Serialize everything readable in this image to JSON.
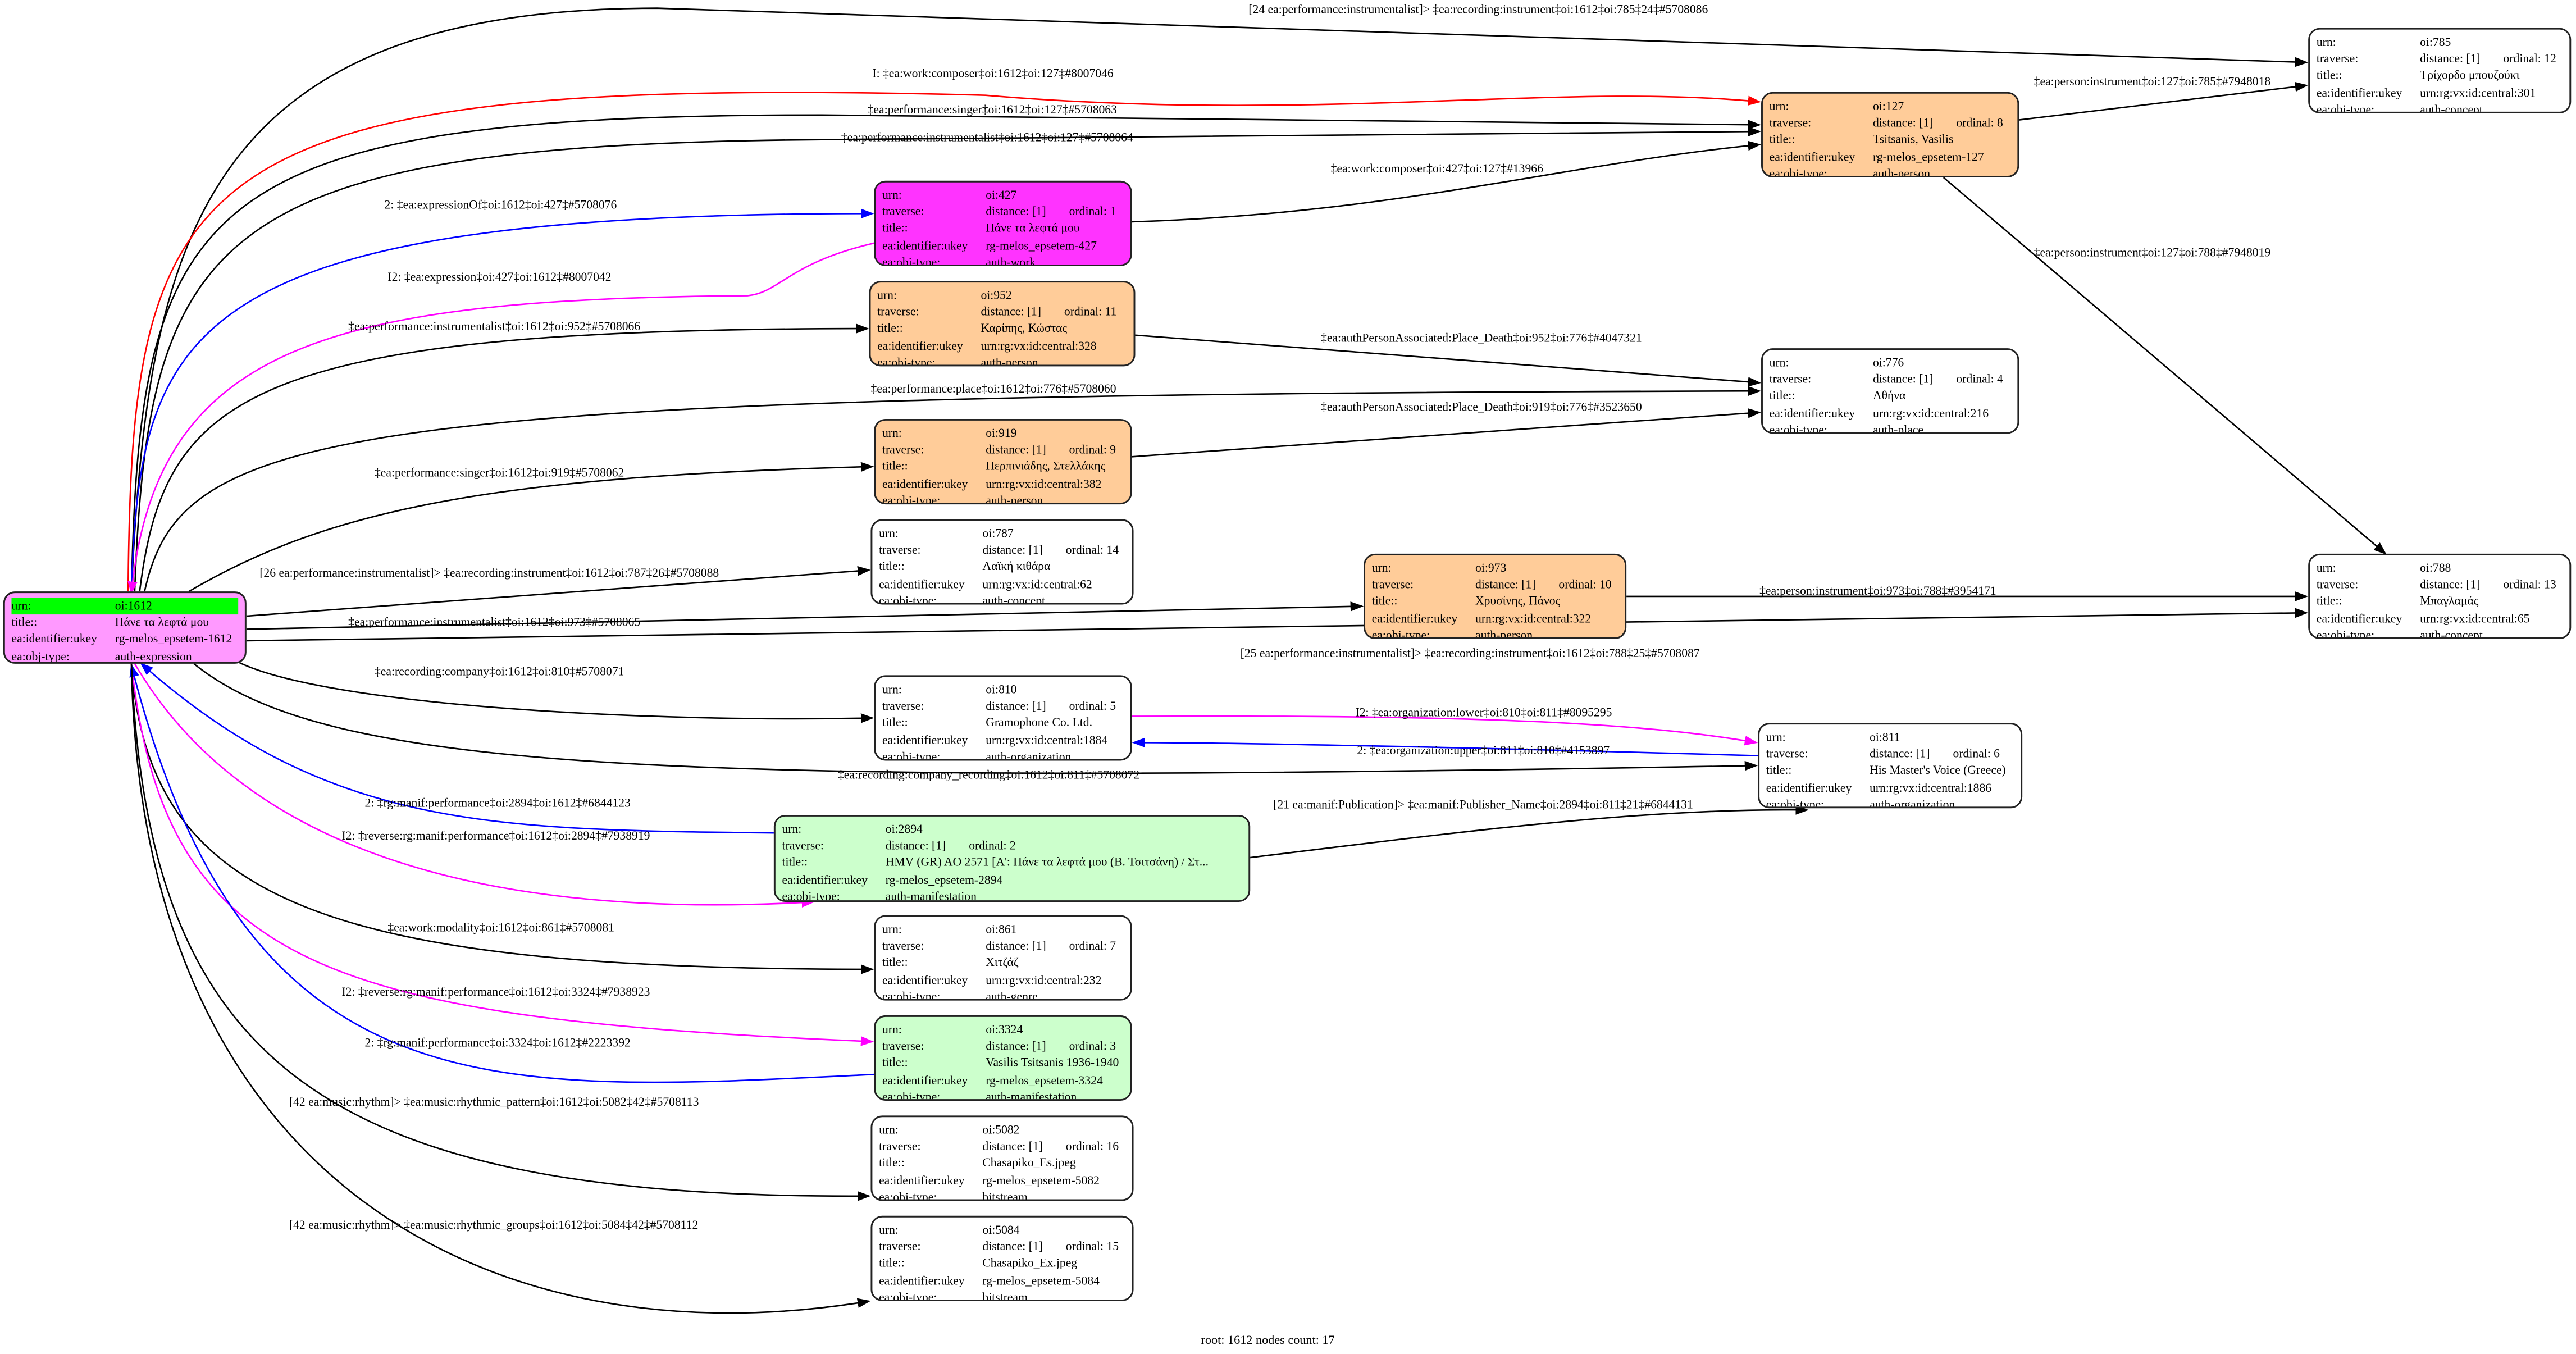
{
  "footer": "root: 1612 nodes count: 17",
  "labels": {
    "urn": "urn:",
    "traverse": "traverse:",
    "title": "title::",
    "ukey": "ea:identifier:ukey",
    "type": "ea:obj-type:",
    "distance_prefix": "distance: ",
    "ordinal_prefix": "ordinal: "
  },
  "colors": {
    "root_fill": "#ff99ff",
    "root_urn_highlight": "#00ff00",
    "work": "#ff33ff",
    "person": "#ffcc99",
    "manifestation": "#ccffcc",
    "default": "#ffffff",
    "edge_black": "#000000",
    "edge_red": "#ff0000",
    "edge_blue": "#0000ff",
    "edge_magenta": "#ff00ff"
  },
  "nodes": [
    {
      "id": "1612",
      "urn": "oi:1612",
      "title": "Πάνε τα λεφτά μου",
      "ukey": "rg-melos_epsetem-1612",
      "type": "auth-expression",
      "fill": "root_fill",
      "root": true
    },
    {
      "id": "427",
      "urn": "oi:427",
      "distance": "[1]",
      "ordinal": "1",
      "title": "Πάνε τα λεφτά μου",
      "ukey": "rg-melos_epsetem-427",
      "type": "auth-work",
      "fill": "work"
    },
    {
      "id": "952",
      "urn": "oi:952",
      "distance": "[1]",
      "ordinal": "11",
      "title": "Καρίπης, Κώστας",
      "ukey": "urn:rg:vx:id:central:328",
      "type": "auth-person",
      "fill": "person"
    },
    {
      "id": "919",
      "urn": "oi:919",
      "distance": "[1]",
      "ordinal": "9",
      "title": "Περπινιάδης, Στελλάκης",
      "ukey": "urn:rg:vx:id:central:382",
      "type": "auth-person",
      "fill": "person"
    },
    {
      "id": "787",
      "urn": "oi:787",
      "distance": "[1]",
      "ordinal": "14",
      "title": "Λαϊκή κιθάρα",
      "ukey": "urn:rg:vx:id:central:62",
      "type": "auth-concept",
      "fill": "default"
    },
    {
      "id": "810",
      "urn": "oi:810",
      "distance": "[1]",
      "ordinal": "5",
      "title": "Gramophone Co. Ltd.",
      "ukey": "urn:rg:vx:id:central:1884",
      "type": "auth-organization",
      "fill": "default"
    },
    {
      "id": "2894",
      "urn": "oi:2894",
      "distance": "[1]",
      "ordinal": "2",
      "title": "HMV (GR) AO 2571 [Α': Πάνε τα λεφτά μου (Β. Τσιτσάνη) / Στ...",
      "ukey": "rg-melos_epsetem-2894",
      "type": "auth-manifestation",
      "fill": "manifestation"
    },
    {
      "id": "861",
      "urn": "oi:861",
      "distance": "[1]",
      "ordinal": "7",
      "title": "Χιτζάζ",
      "ukey": "urn:rg:vx:id:central:232",
      "type": "auth-genre",
      "fill": "default"
    },
    {
      "id": "3324",
      "urn": "oi:3324",
      "distance": "[1]",
      "ordinal": "3",
      "title": "Vasilis Tsitsanis 1936-1940",
      "ukey": "rg-melos_epsetem-3324",
      "type": "auth-manifestation",
      "fill": "manifestation"
    },
    {
      "id": "5082",
      "urn": "oi:5082",
      "distance": "[1]",
      "ordinal": "16",
      "title": "Chasapiko_Es.jpeg",
      "ukey": "rg-melos_epsetem-5082",
      "type": "bitstream",
      "fill": "default"
    },
    {
      "id": "5084",
      "urn": "oi:5084",
      "distance": "[1]",
      "ordinal": "15",
      "title": "Chasapiko_Ex.jpeg",
      "ukey": "rg-melos_epsetem-5084",
      "type": "bitstream",
      "fill": "default"
    },
    {
      "id": "127",
      "urn": "oi:127",
      "distance": "[1]",
      "ordinal": "8",
      "title": "Tsitsanis, Vasilis",
      "ukey": "rg-melos_epsetem-127",
      "type": "auth-person",
      "fill": "person"
    },
    {
      "id": "776",
      "urn": "oi:776",
      "distance": "[1]",
      "ordinal": "4",
      "title": "Αθήνα",
      "ukey": "urn:rg:vx:id:central:216",
      "type": "auth-place",
      "fill": "default"
    },
    {
      "id": "973",
      "urn": "oi:973",
      "distance": "[1]",
      "ordinal": "10",
      "title": "Χρυσίνης, Πάνος",
      "ukey": "urn:rg:vx:id:central:322",
      "type": "auth-person",
      "fill": "person"
    },
    {
      "id": "811",
      "urn": "oi:811",
      "distance": "[1]",
      "ordinal": "6",
      "title": "His Master's Voice (Greece)",
      "ukey": "urn:rg:vx:id:central:1886",
      "type": "auth-organization",
      "fill": "default"
    },
    {
      "id": "785",
      "urn": "oi:785",
      "distance": "[1]",
      "ordinal": "12",
      "title": "Τρίχορδο μπουζούκι",
      "ukey": "urn:rg:vx:id:central:301",
      "type": "auth-concept",
      "fill": "default"
    },
    {
      "id": "788",
      "urn": "oi:788",
      "distance": "[1]",
      "ordinal": "13",
      "title": "Μπαγλαμάς",
      "ukey": "urn:rg:vx:id:central:65",
      "type": "auth-concept",
      "fill": "default"
    }
  ],
  "edges": [
    {
      "from": "1612",
      "to": "785",
      "color": "edge_black",
      "label": "[24 ea:performance:instrumentalist]> ‡ea:recording:instrument‡oi:1612‡oi:785‡24‡#5708086"
    },
    {
      "from": "1612",
      "to": "127",
      "color": "edge_red",
      "label": "I: ‡ea:work:composer‡oi:1612‡oi:127‡#8007046"
    },
    {
      "from": "1612",
      "to": "127",
      "color": "edge_black",
      "label": "‡ea:performance:singer‡oi:1612‡oi:127‡#5708063"
    },
    {
      "from": "1612",
      "to": "127",
      "color": "edge_black",
      "label": "‡ea:performance:instrumentalist‡oi:1612‡oi:127‡#5708064"
    },
    {
      "from": "1612",
      "to": "427",
      "color": "edge_blue",
      "label": "2: ‡ea:expressionOf‡oi:1612‡oi:427‡#5708076"
    },
    {
      "from": "427",
      "to": "1612",
      "color": "edge_magenta",
      "label": "I2: ‡ea:expression‡oi:427‡oi:1612‡#8007042"
    },
    {
      "from": "1612",
      "to": "952",
      "color": "edge_black",
      "label": "‡ea:performance:instrumentalist‡oi:1612‡oi:952‡#5708066"
    },
    {
      "from": "1612",
      "to": "776",
      "color": "edge_black",
      "label": "‡ea:performance:place‡oi:1612‡oi:776‡#5708060"
    },
    {
      "from": "1612",
      "to": "919",
      "color": "edge_black",
      "label": "‡ea:performance:singer‡oi:1612‡oi:919‡#5708062"
    },
    {
      "from": "1612",
      "to": "787",
      "color": "edge_black",
      "label": "[26 ea:performance:instrumentalist]> ‡ea:recording:instrument‡oi:1612‡oi:787‡26‡#5708088"
    },
    {
      "from": "1612",
      "to": "973",
      "color": "edge_black",
      "label": "‡ea:performance:instrumentalist‡oi:1612‡oi:973‡#5708065"
    },
    {
      "from": "1612",
      "to": "788",
      "color": "edge_black",
      "label": "[25 ea:performance:instrumentalist]> ‡ea:recording:instrument‡oi:1612‡oi:788‡25‡#5708087"
    },
    {
      "from": "1612",
      "to": "810",
      "color": "edge_black",
      "label": "‡ea:recording:company‡oi:1612‡oi:810‡#5708071"
    },
    {
      "from": "1612",
      "to": "811",
      "color": "edge_black",
      "label": "‡ea:recording:company_recording‡oi:1612‡oi:811‡#5708072"
    },
    {
      "from": "2894",
      "to": "1612",
      "color": "edge_blue",
      "label": "2: ‡rg:manif:performance‡oi:2894‡oi:1612‡#6844123"
    },
    {
      "from": "1612",
      "to": "2894",
      "color": "edge_magenta",
      "label": "I2: ‡reverse:rg:manif:performance‡oi:1612‡oi:2894‡#7938919"
    },
    {
      "from": "1612",
      "to": "861",
      "color": "edge_black",
      "label": "‡ea:work:modality‡oi:1612‡oi:861‡#5708081"
    },
    {
      "from": "1612",
      "to": "3324",
      "color": "edge_magenta",
      "label": "I2: ‡reverse:rg:manif:performance‡oi:1612‡oi:3324‡#7938923"
    },
    {
      "from": "3324",
      "to": "1612",
      "color": "edge_blue",
      "label": "2: ‡rg:manif:performance‡oi:3324‡oi:1612‡#2223392"
    },
    {
      "from": "1612",
      "to": "5082",
      "color": "edge_black",
      "label": "[42 ea:music:rhythm]> ‡ea:music:rhythmic_pattern‡oi:1612‡oi:5082‡42‡#5708113"
    },
    {
      "from": "1612",
      "to": "5084",
      "color": "edge_black",
      "label": "[42 ea:music:rhythm]> ‡ea:music:rhythmic_groups‡oi:1612‡oi:5084‡42‡#5708112"
    },
    {
      "from": "427",
      "to": "127",
      "color": "edge_black",
      "label": "‡ea:work:composer‡oi:427‡oi:127‡#13966"
    },
    {
      "from": "952",
      "to": "776",
      "color": "edge_black",
      "label": "‡ea:authPersonAssociated:Place_Death‡oi:952‡oi:776‡#4047321"
    },
    {
      "from": "919",
      "to": "776",
      "color": "edge_black",
      "label": "‡ea:authPersonAssociated:Place_Death‡oi:919‡oi:776‡#3523650"
    },
    {
      "from": "973",
      "to": "788",
      "color": "edge_black",
      "label": "‡ea:person:instrument‡oi:973‡oi:788‡#3954171"
    },
    {
      "from": "810",
      "to": "811",
      "color": "edge_magenta",
      "label": "I2: ‡ea:organization:lower‡oi:810‡oi:811‡#8095295"
    },
    {
      "from": "811",
      "to": "810",
      "color": "edge_blue",
      "label": "2: ‡ea:organization:upper‡oi:811‡oi:810‡#4153897"
    },
    {
      "from": "2894",
      "to": "811",
      "color": "edge_black",
      "label": "[21 ea:manif:Publication]> ‡ea:manif:Publisher_Name‡oi:2894‡oi:811‡21‡#6844131"
    },
    {
      "from": "127",
      "to": "785",
      "color": "edge_black",
      "label": "‡ea:person:instrument‡oi:127‡oi:785‡#7948018"
    },
    {
      "from": "127",
      "to": "788",
      "color": "edge_black",
      "label": "‡ea:person:instrument‡oi:127‡oi:788‡#7948019"
    }
  ]
}
